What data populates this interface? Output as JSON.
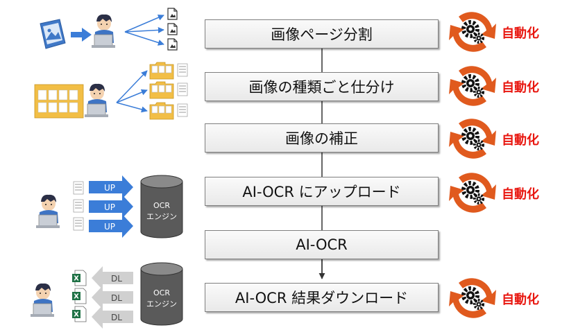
{
  "steps": [
    {
      "label": "画像ページ分割",
      "automated": true
    },
    {
      "label": "画像の種類ごと仕分け",
      "automated": true
    },
    {
      "label": "画像の補正",
      "automated": true
    },
    {
      "label": "AI-OCR にアップロード",
      "automated": true
    },
    {
      "label": "AI-OCR",
      "automated": false
    },
    {
      "label": "AI-OCR 結果ダウンロード",
      "automated": true
    }
  ],
  "automation_label": "自動化",
  "upload_arrows": [
    "UP",
    "UP",
    "UP"
  ],
  "download_arrows": [
    "DL",
    "DL",
    "DL"
  ],
  "ocr_engine": {
    "line1": "OCR",
    "line2": "エンジン"
  },
  "ocr_engine_2": {
    "line1": "OCR",
    "line2": "エンジン"
  },
  "colors": {
    "accent": "#e8160f",
    "arrow_blue": "#3b7dd8",
    "arrow_gray": "#d0d0d0",
    "ring": "#e05a1e"
  },
  "icons": [
    "image-doc-icon",
    "person-laptop-icon",
    "folder-icon",
    "file-icon",
    "excel-file-icon",
    "gear-icon",
    "cycle-arrow-icon",
    "database-icon"
  ]
}
